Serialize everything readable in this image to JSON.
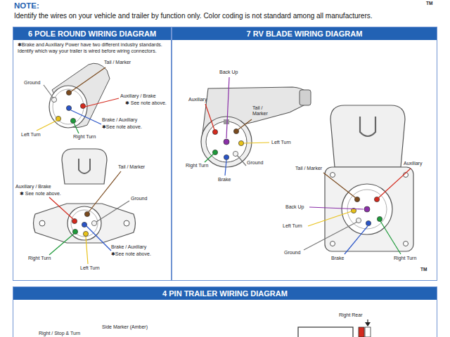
{
  "diagram": {
    "nodes": [
      {
        "text": [
          "6 POLE ROUND WIRING DIAGRAM",
          "✱Brake and Auxiliary Power have two different industry standards. Identify which way your trailer is wired before wiring connectors."
        ]
      },
      {
        "text": [
          "7 RV BLADE WIRING DIAGRAM"
        ]
      },
      {
        "text": [
          "4 PIN TRAILER WIRING DIAGRAM"
        ]
      }
    ],
    "labels": [
      "NOTE:",
      "Identify the wires on your vehicle and trailer by function only. Color coding is not standard among all manufacturers.",
      "TM",
      "Tail / Marker",
      "Ground",
      "Auxiliary / Brake",
      "✱ See note above.",
      "Left Turn",
      "Right Turn",
      "Brake / Auxiliary",
      "✱See note above.",
      "Auxiliary / Brake",
      "✱ See note above.",
      "Tail / Marker",
      "Ground",
      "Right Turn",
      "Left Turn",
      "Brake / Auxiliary",
      "✱See note above.",
      "Back Up",
      "Auxiliary",
      "Tail / Marker",
      "Left Turn",
      "Right Turn",
      "Ground",
      "Brake",
      "Tail / Marker",
      "Auxiliary",
      "Back Up",
      "Left Turn",
      "Ground",
      "Brake",
      "Right Turn",
      "TM",
      "Right Rear",
      "Side Marker (Amber)",
      "Right / Stop & Turn"
    ]
  }
}
